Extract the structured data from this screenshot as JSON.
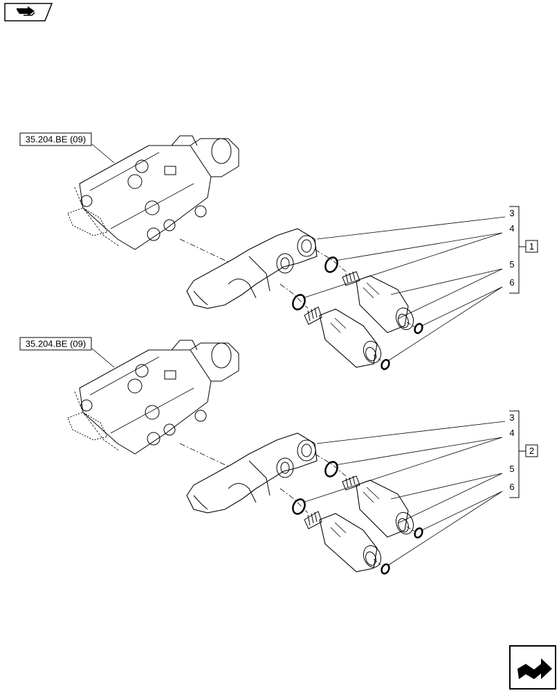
{
  "ref_labels": [
    "35.204.BE (09)",
    "35.204.BE (09)"
  ],
  "group_labels": [
    "1",
    "2"
  ],
  "callouts": [
    "3",
    "4",
    "5",
    "6"
  ],
  "icons": {
    "top_left": "arrow-back-nav-icon",
    "bottom_right": "arrow-forward-nav-icon"
  },
  "colors": {
    "line": "#000000",
    "background": "#ffffff"
  }
}
